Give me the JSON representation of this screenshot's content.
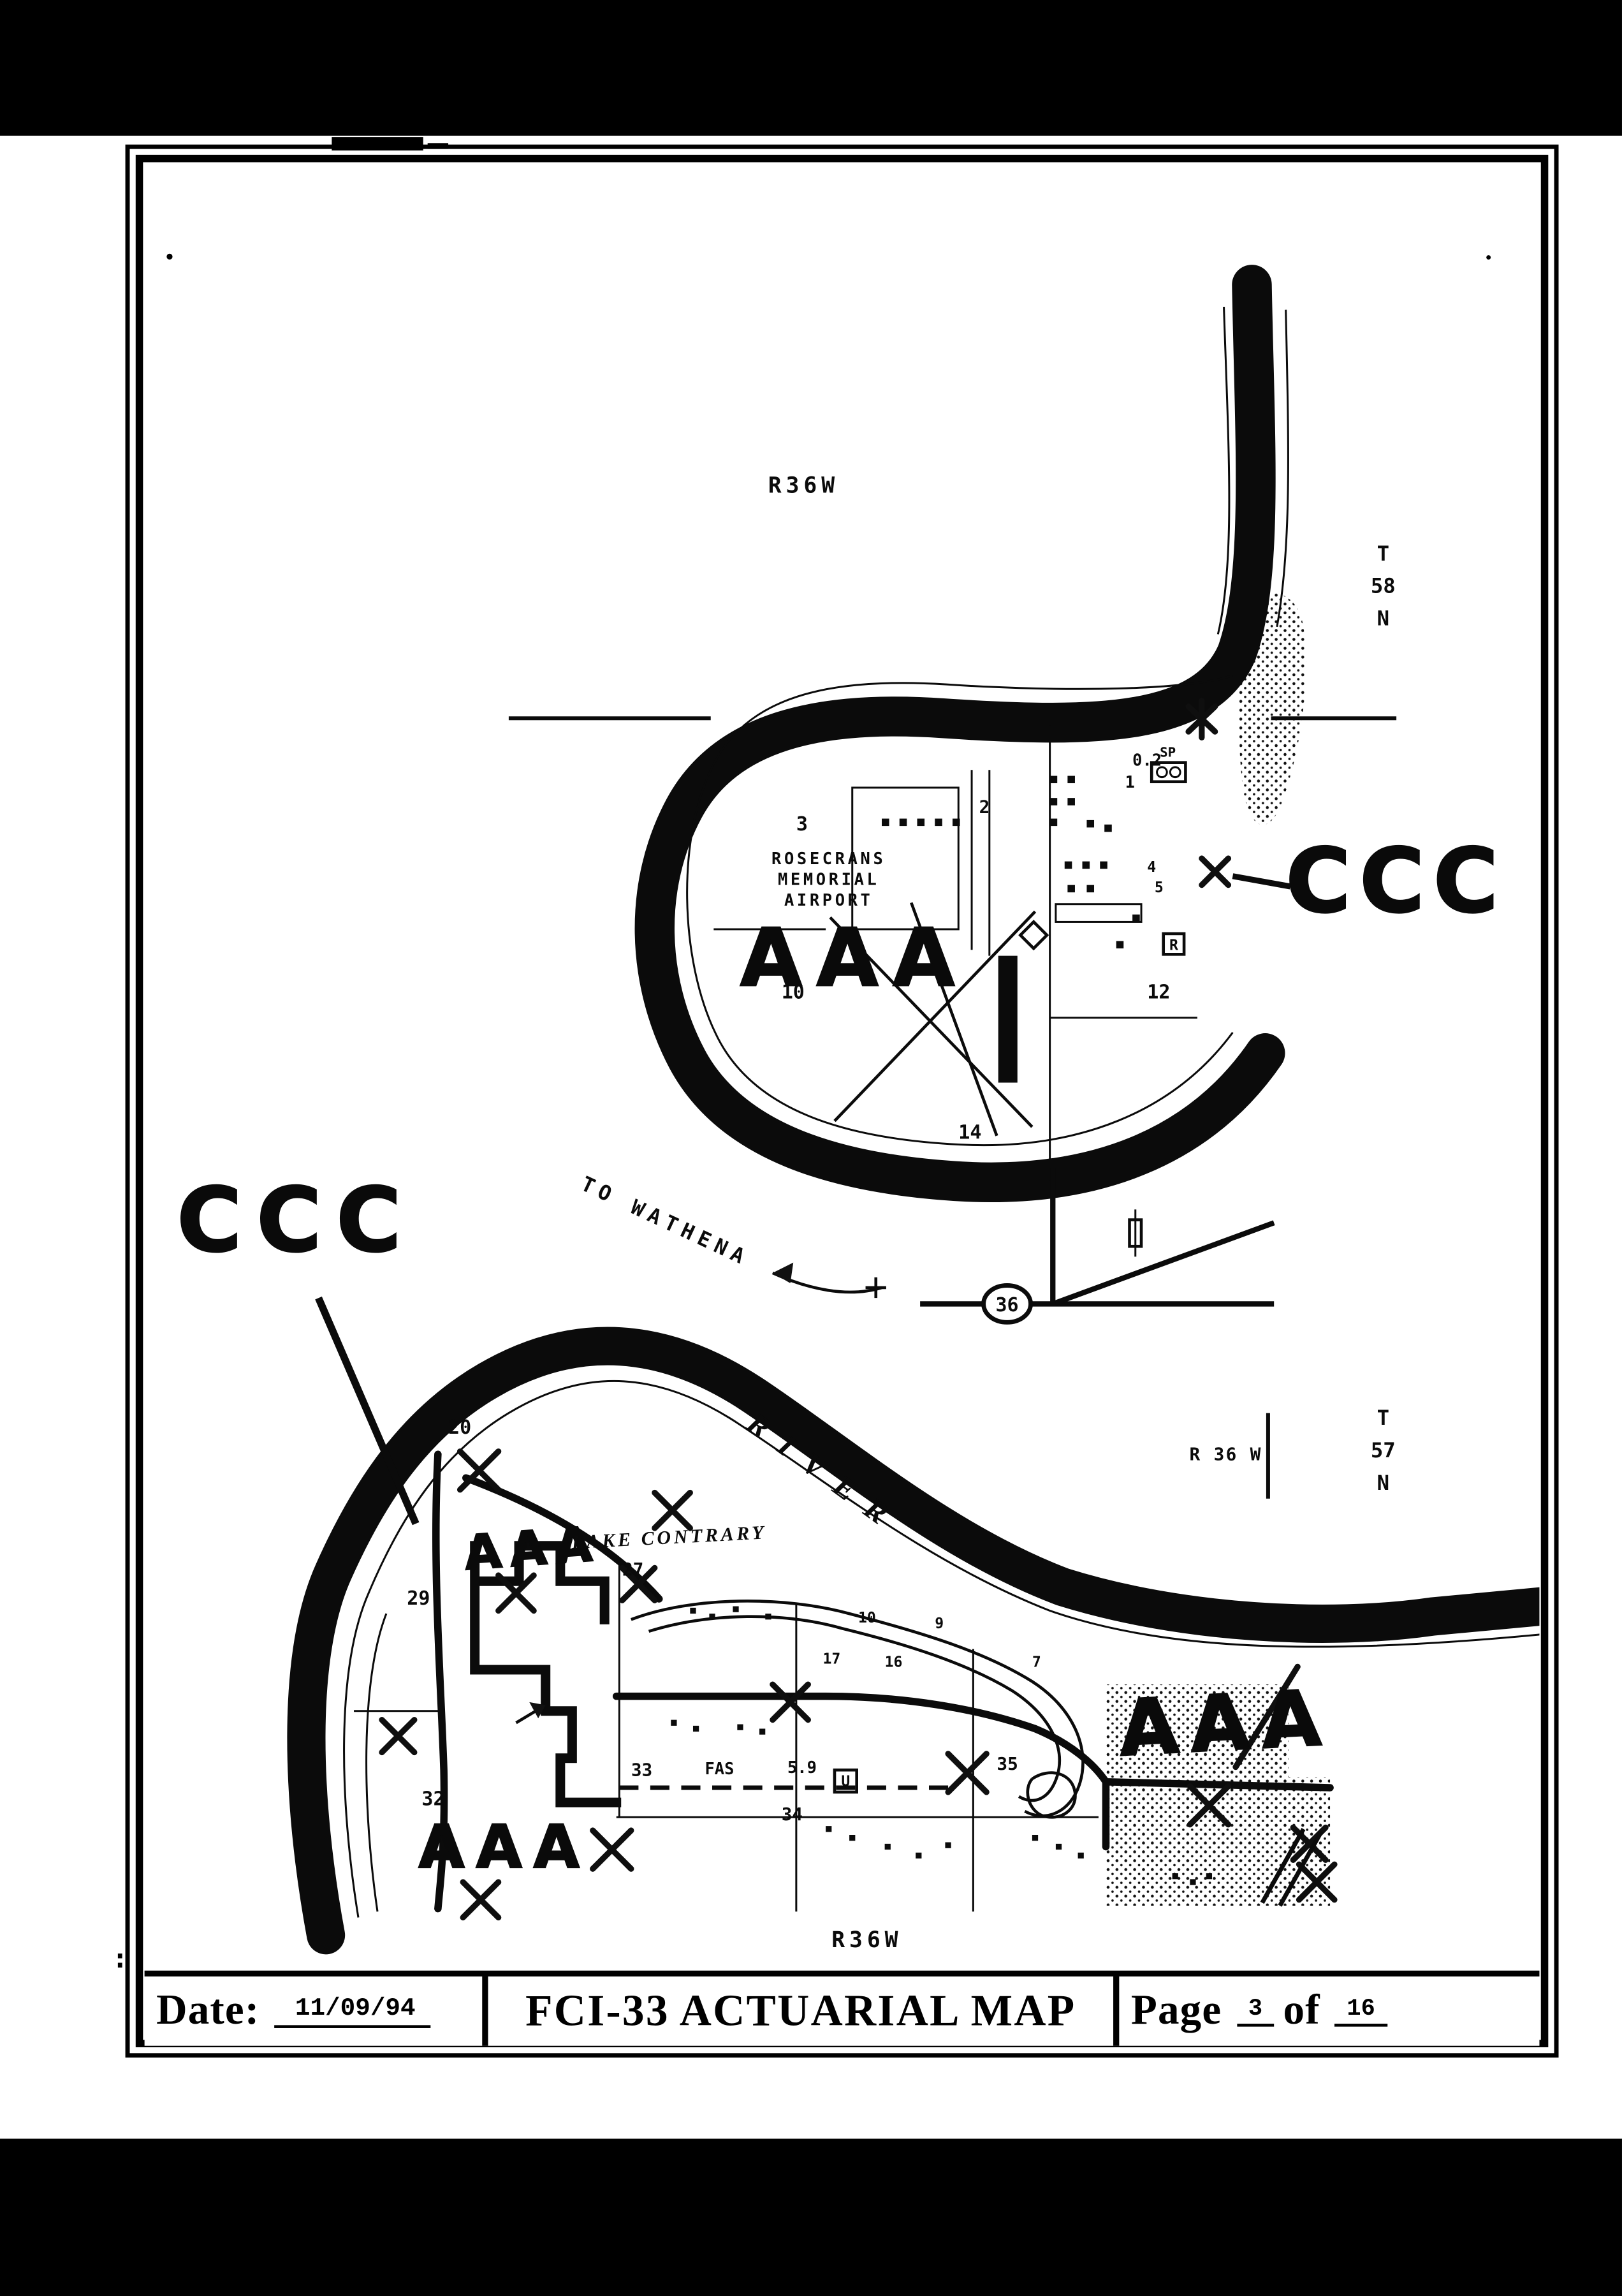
{
  "colors": {
    "paper": "#ffffff",
    "ink": "#0b0b0b"
  },
  "footer": {
    "date_label": "Date:",
    "date_value": "11/09/94",
    "title": "FCI-33 ACTUARIAL MAP",
    "page_label": "Page",
    "page_number": "3",
    "of_label": "of",
    "page_total": "16"
  },
  "map": {
    "grid": {
      "r36w_top": "R36W",
      "r36w_bottom": "R36W",
      "r36w_mid": "R 36 W",
      "t58": {
        "top": "T",
        "mid": "58",
        "bot": "N"
      },
      "t57": {
        "top": "T",
        "mid": "57",
        "bot": "N"
      }
    },
    "airport": {
      "line1": "ROSECRANS",
      "line2": "MEMORIAL",
      "line3": "AIRPORT"
    },
    "zones": {
      "aaa_airport": "AAA",
      "ccc_left": "CCC",
      "ccc_right": "CCC",
      "aaa_lake": "AAA",
      "aaa_right": "AAA",
      "aaa_bottom": "AAA"
    },
    "labels": {
      "to_wathena": "TO WATHENA",
      "route36": "36",
      "river": "RIVER",
      "lake_contrary": "LAKE CONTRARY",
      "sp": "SP",
      "dist": "0.2",
      "fas": "FAS",
      "fas_mileage": "5.9",
      "u_route": "U",
      "r_box": "R"
    },
    "sections": {
      "s1": "1",
      "s2": "2",
      "s3": "3",
      "s4": "4",
      "s5": "5",
      "s10": "10",
      "s12": "12",
      "s14": "14",
      "s20": "20",
      "s27": "27",
      "s29": "29",
      "s32": "32",
      "s33": "33",
      "s34": "34",
      "s35": "35"
    },
    "lake_numbers": {
      "n10": "10",
      "n9": "9",
      "n17": "17",
      "n16": "16",
      "n7": "7"
    }
  },
  "artifacts": {
    "colon": ":"
  }
}
